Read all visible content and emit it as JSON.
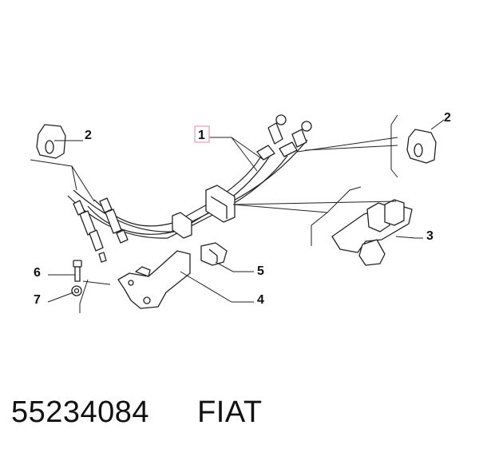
{
  "diagram": {
    "callouts": [
      {
        "id": "1",
        "label": "1",
        "highlighted": true
      },
      {
        "id": "2a",
        "label": "2"
      },
      {
        "id": "2b",
        "label": "2"
      },
      {
        "id": "3",
        "label": "3"
      },
      {
        "id": "4",
        "label": "4"
      },
      {
        "id": "5",
        "label": "5"
      },
      {
        "id": "6",
        "label": "6"
      },
      {
        "id": "7",
        "label": "7"
      }
    ],
    "highlight_color": "#e0a0b0"
  },
  "footer": {
    "part_number": "55234084",
    "brand": "FIAT"
  }
}
